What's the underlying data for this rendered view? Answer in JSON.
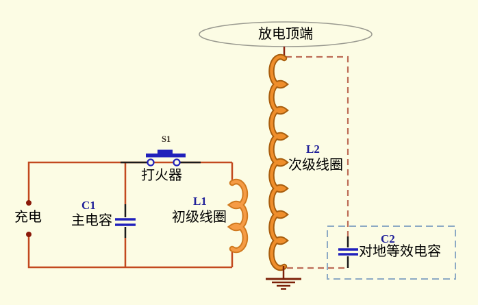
{
  "diagram_type": "tesla-coil-circuit",
  "labels": {
    "discharge_terminal": "放电顶端",
    "charge": "充电",
    "spark_gap_ref": "S1",
    "spark_gap": "打火器",
    "main_capacitor_ref": "C1",
    "main_capacitor": "主电容",
    "primary_coil_ref": "L1",
    "primary_coil": "初级线圈",
    "secondary_coil_ref": "L2",
    "secondary_coil": "次级线圈",
    "equivalent_capacitor_ref": "C2",
    "equivalent_capacitor": "对地等效电容"
  },
  "colors": {
    "background": "#FCFCE4",
    "wire": "#C2491F",
    "black_wire": "#1A1A1A",
    "navy": "#2020BB",
    "ref_text": "#202099",
    "label_text": "#000000",
    "coil_fill": "#EF8E2B",
    "coil_outline_dark": "#A85E0E",
    "coil_fill_light": "#F59B45",
    "coil_outline_light": "#D0791F",
    "maroon": "#8B2410",
    "ground_color": "#7B2008",
    "dot_color": "#8B1A0A",
    "dashed_red": "#BC6B55",
    "dashed_blue": "#8CA9C4",
    "ellipse_outline": "#9A9A90",
    "s1_text": "#3A3028"
  }
}
